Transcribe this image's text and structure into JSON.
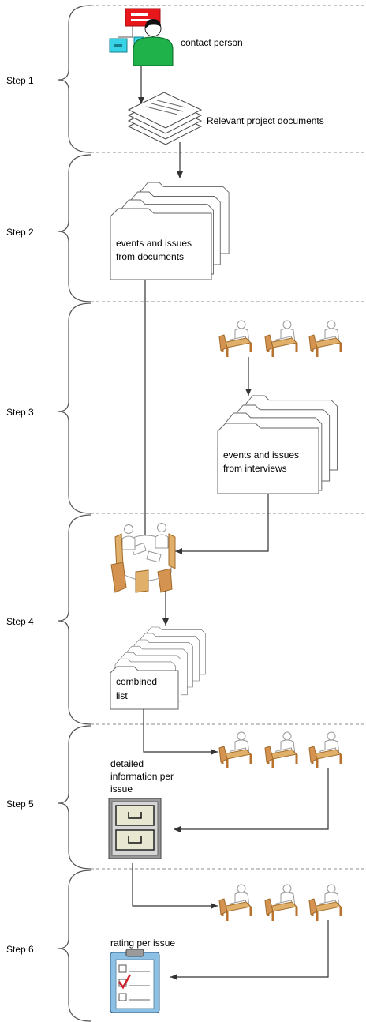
{
  "steps": [
    {
      "label": "Step 1"
    },
    {
      "label": "Step 2"
    },
    {
      "label": "Step 3"
    },
    {
      "label": "Step 4"
    },
    {
      "label": "Step 5"
    },
    {
      "label": "Step 6"
    }
  ],
  "labels": {
    "contact_person": "contact person",
    "relevant_docs": "Relevant project documents",
    "events_docs_1": "events and issues",
    "events_docs_2": "from documents",
    "events_interviews_1": "events and issues",
    "events_interviews_2": "from interviews",
    "combined_1": "combined",
    "combined_2": "list",
    "detailed_1": "detailed",
    "detailed_2": "information per",
    "detailed_3": "issue",
    "rating": "rating per issue"
  },
  "colors": {
    "flag_red": "#e8171b",
    "box_cyan": "#36d4e6",
    "person_green": "#1fb24a",
    "desk_tan": "#e0b06a",
    "desk_dark": "#b8722e",
    "checkmark_red": "#d0202a",
    "clipboard_blue": "#8cc0e4"
  }
}
